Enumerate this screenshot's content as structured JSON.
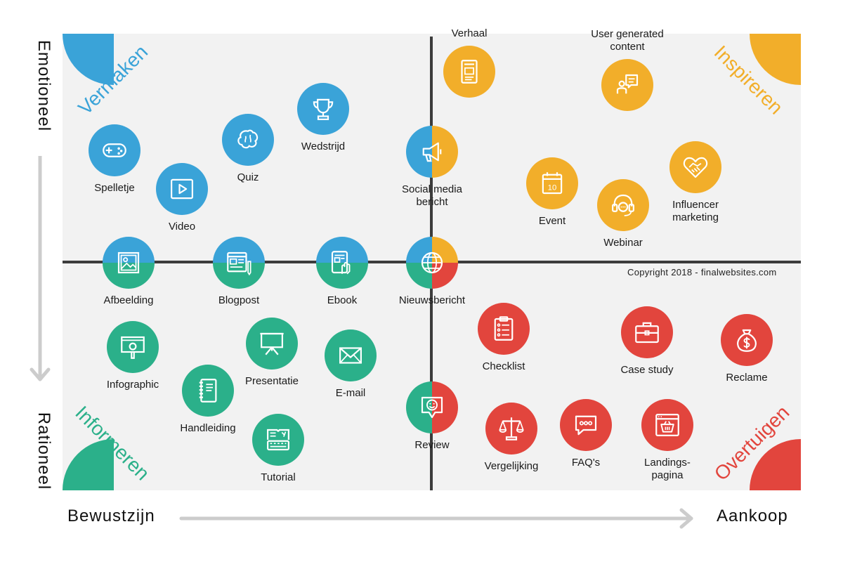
{
  "colors": {
    "vermaken": "#3aa3d8",
    "inspireren": "#f2ae2a",
    "informeren": "#2bb08a",
    "overtuigen": "#e2453d",
    "panel": "#f2f2f2",
    "axis_arrow": "#cccccc",
    "divider": "#3c3c3c"
  },
  "corners": {
    "top_left": "Vermaken",
    "top_right": "Inspireren",
    "bottom_left": "Informeren",
    "bottom_right": "Overtuigen"
  },
  "axes": {
    "top": "Emotioneel",
    "bottom": "Rationeel",
    "left": "Bewustzijn",
    "right": "Aankoop"
  },
  "copyright": "Copyright 2018 - finalwebsites.com",
  "items": [
    {
      "label": "Spelletje",
      "icon": "gamepad-icon",
      "fill": "vermaken"
    },
    {
      "label": "Video",
      "icon": "play-icon",
      "fill": "vermaken"
    },
    {
      "label": "Quiz",
      "icon": "brain-icon",
      "fill": "vermaken"
    },
    {
      "label": "Wedstrijd",
      "icon": "trophy-icon",
      "fill": "vermaken"
    },
    {
      "label": "Social media\nbericht",
      "icon": "megaphone-icon",
      "fill": "vermaken|inspireren"
    },
    {
      "label": "Verhaal",
      "icon": "document-icon",
      "fill": "inspireren"
    },
    {
      "label": "User generated\ncontent",
      "icon": "user-speech-icon",
      "fill": "inspireren"
    },
    {
      "label": "Event",
      "icon": "calendar-icon",
      "fill": "inspireren",
      "date": "10"
    },
    {
      "label": "Webinar",
      "icon": "headset-icon",
      "fill": "inspireren"
    },
    {
      "label": "Influencer\nmarketing",
      "icon": "handshake-icon",
      "fill": "inspireren"
    },
    {
      "label": "Afbeelding",
      "icon": "image-icon",
      "fill": "vermaken|informeren"
    },
    {
      "label": "Blogpost",
      "icon": "blogpost-icon",
      "fill": "vermaken|informeren"
    },
    {
      "label": "Ebook",
      "icon": "ebook-icon",
      "fill": "vermaken|informeren"
    },
    {
      "label": "Nieuwsbericht",
      "icon": "globe-icon",
      "fill": "quad"
    },
    {
      "label": "Infographic",
      "icon": "presentation-board-icon",
      "fill": "informeren"
    },
    {
      "label": "Handleiding",
      "icon": "notebook-icon",
      "fill": "informeren"
    },
    {
      "label": "Presentatie",
      "icon": "easel-icon",
      "fill": "informeren"
    },
    {
      "label": "E-mail",
      "icon": "envelope-icon",
      "fill": "informeren"
    },
    {
      "label": "Tutorial",
      "icon": "keyboard-book-icon",
      "fill": "informeren"
    },
    {
      "label": "Review",
      "icon": "smiley-speech-icon",
      "fill": "informeren|overtuigen"
    },
    {
      "label": "Checklist",
      "icon": "clipboard-icon",
      "fill": "overtuigen"
    },
    {
      "label": "Case study",
      "icon": "briefcase-icon",
      "fill": "overtuigen"
    },
    {
      "label": "Reclame",
      "icon": "money-bag-icon",
      "fill": "overtuigen"
    },
    {
      "label": "Vergelijking",
      "icon": "scales-icon",
      "fill": "overtuigen"
    },
    {
      "label": "FAQ's",
      "icon": "chat-dots-icon",
      "fill": "overtuigen"
    },
    {
      "label": "Landings-\npagina",
      "icon": "browser-basket-icon",
      "fill": "overtuigen"
    }
  ]
}
